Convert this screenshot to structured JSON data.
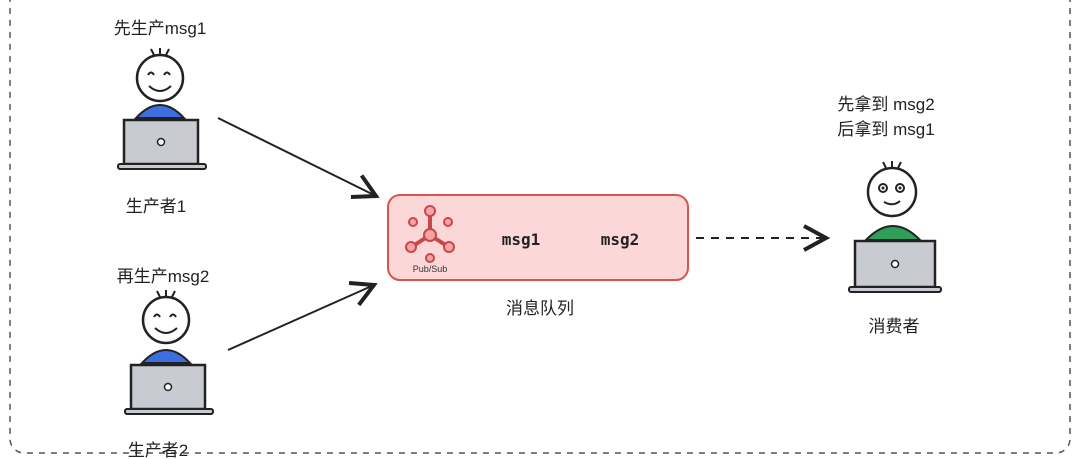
{
  "producer1": {
    "caption": "先生产msg1",
    "label": "生产者1"
  },
  "producer2": {
    "caption": "再生产msg2",
    "label": "生产者2"
  },
  "queue": {
    "icon_label": "Pub/Sub",
    "messages": [
      "msg1",
      "msg2"
    ],
    "label": "消息队列"
  },
  "consumer": {
    "caption_lines": [
      "先拿到 msg2",
      "后拿到 msg1"
    ],
    "label": "消费者"
  },
  "colors": {
    "producer_shirt": "#3d6ee0",
    "consumer_shirt": "#2e9e5a",
    "queue_fill": "#fcd7d7",
    "queue_stroke": "#d9534f",
    "laptop": "#c9cbd3"
  }
}
